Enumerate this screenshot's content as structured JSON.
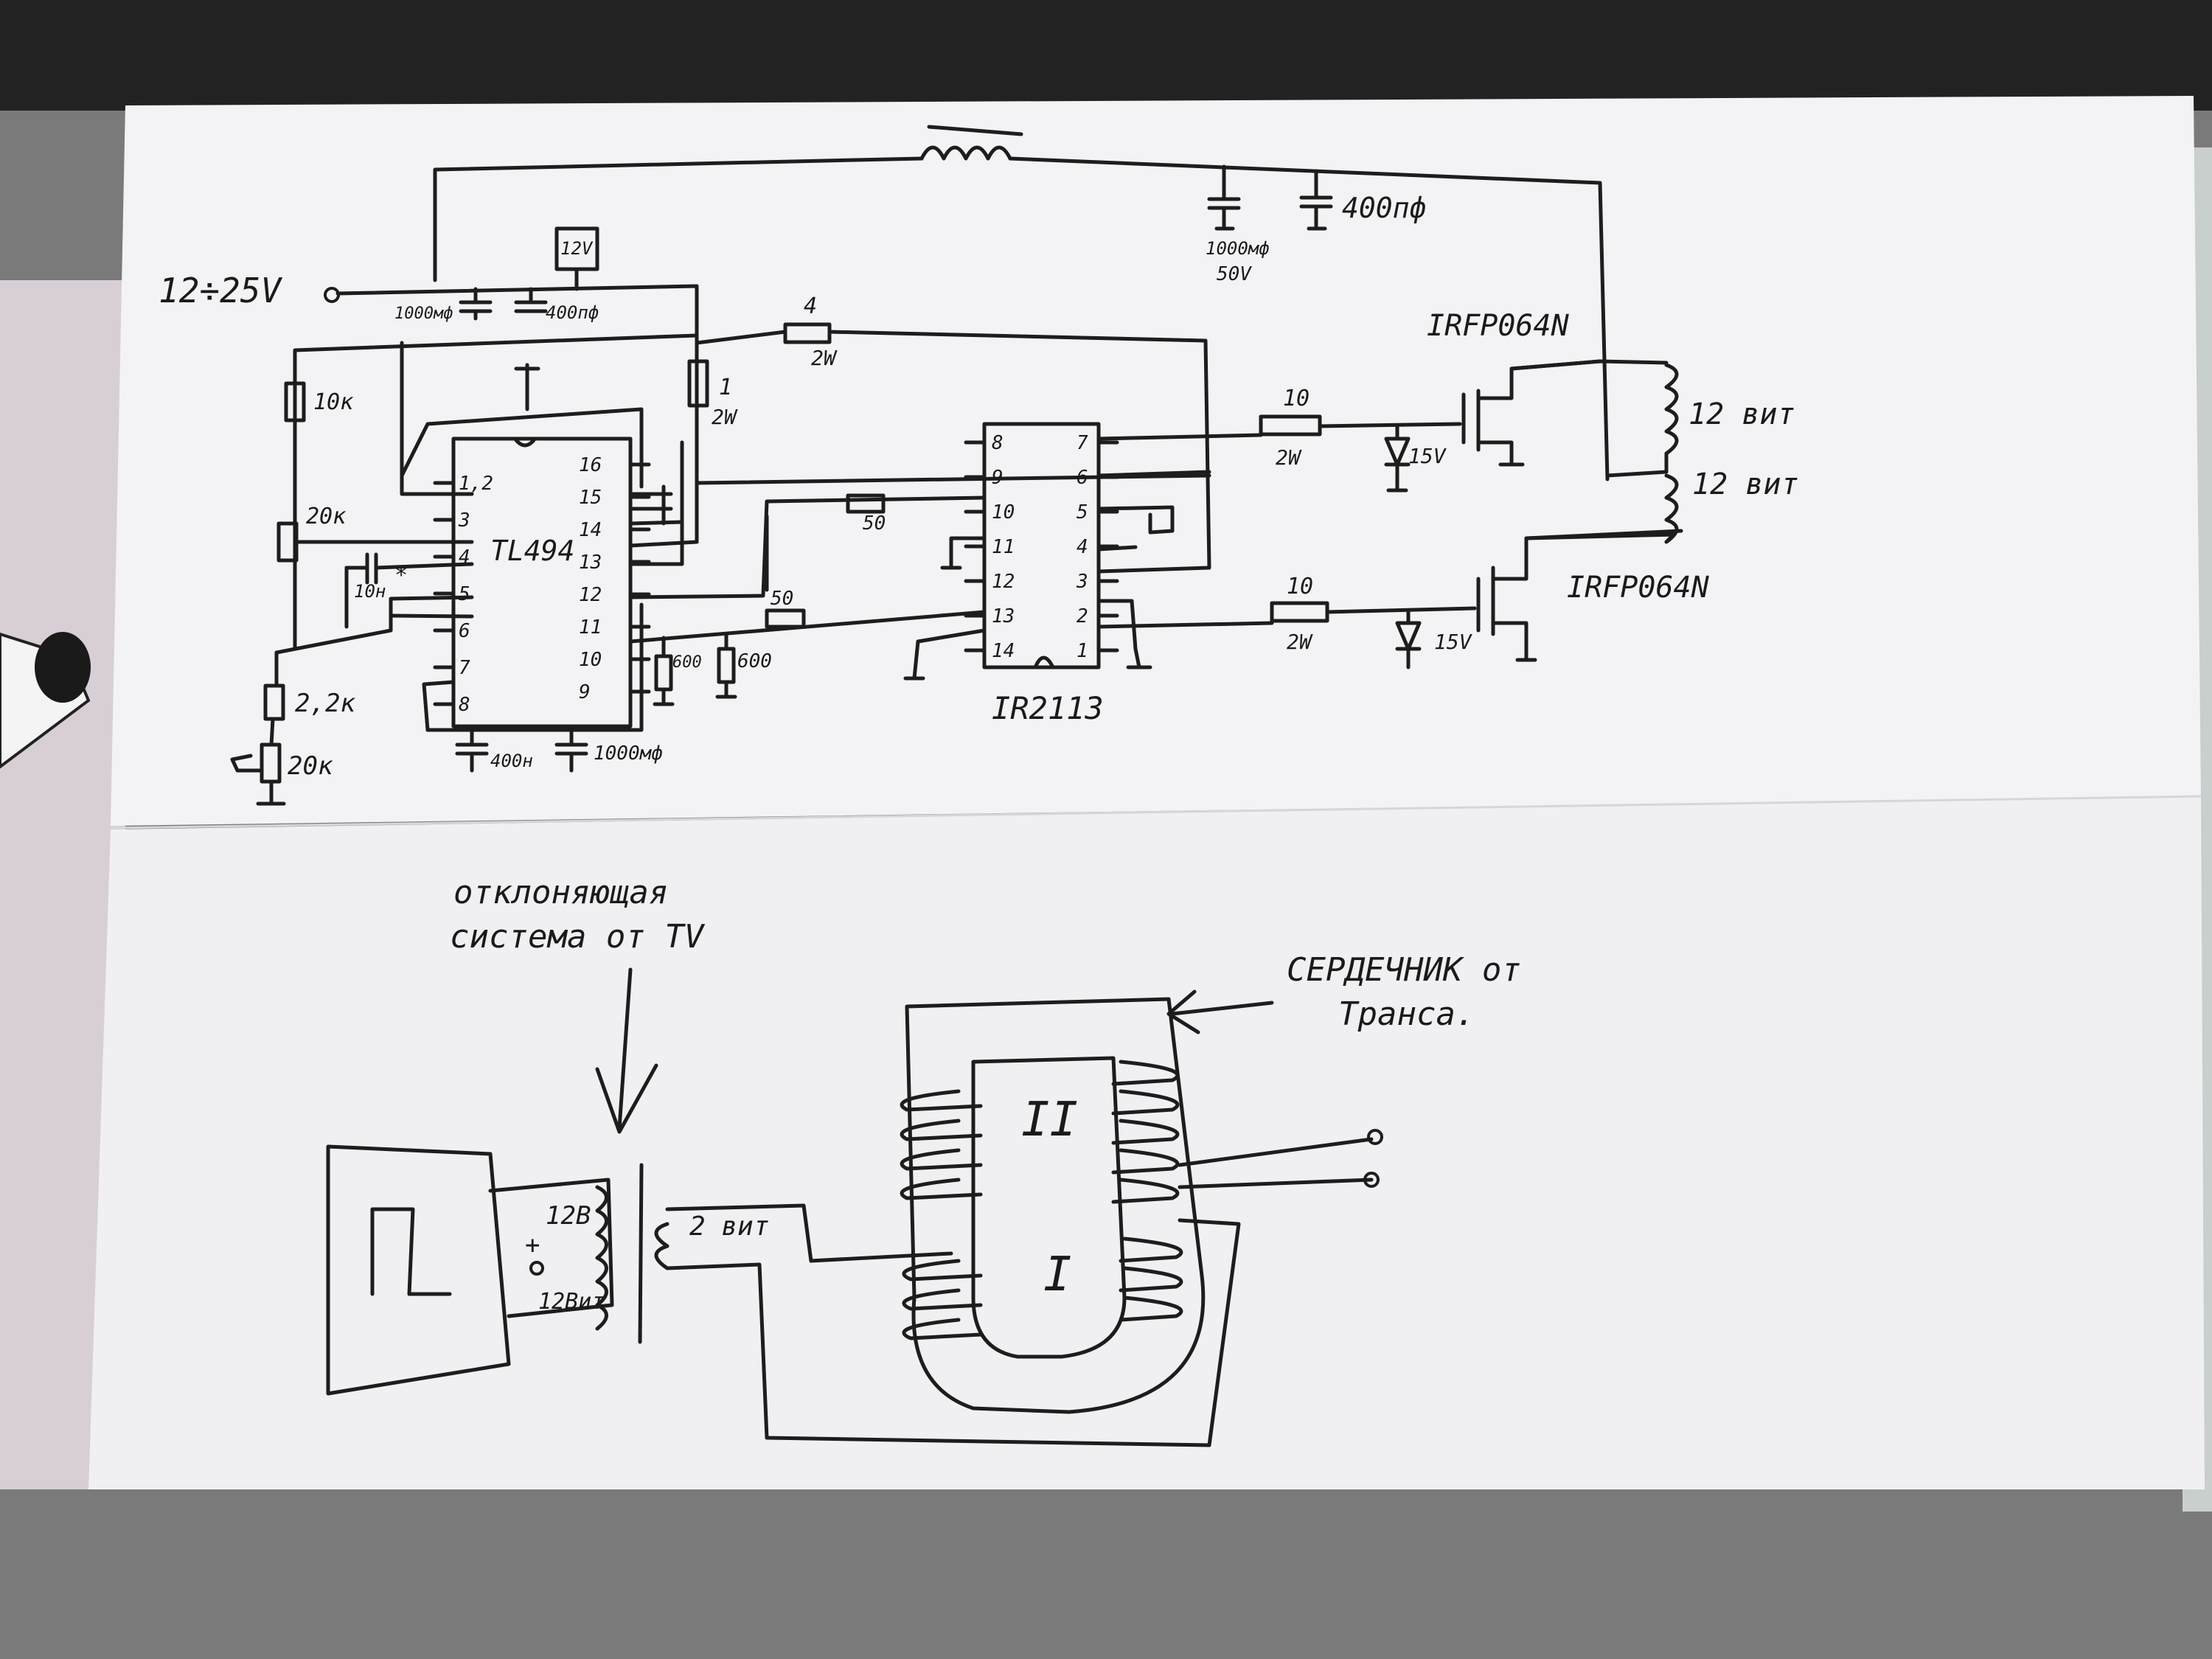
{
  "colors": {
    "paper": "#f2f2f4",
    "ink": "#1d1d1d",
    "table": "#7a7a7a"
  },
  "schematic": {
    "supply": "12÷25V",
    "regulator": "12V",
    "c_in1": "1000мф",
    "c_in2": "400пф",
    "c_out1": "1000мф",
    "c_out1_volt": "50V",
    "c_out2": "400пф",
    "r_gate": "4",
    "r_gate_w": "2W",
    "r_1": "1",
    "r_1_w": "2W",
    "r_10k": "10к",
    "r_20k_a": "20к",
    "r_22k": "2,2к",
    "r_20k_b": "20к",
    "c_timing": "10н",
    "asterisk": "*",
    "r_50a": "50",
    "r_50b": "50",
    "r_600a": "600",
    "r_600b": "600",
    "c_bot1": "400н",
    "c_bot2": "1000мф",
    "tl494": {
      "label": "TL494",
      "pins_left": [
        "1,2",
        "3",
        "4",
        "5",
        "6",
        "7",
        "8"
      ],
      "pins_right": [
        "16",
        "15",
        "14",
        "13",
        "12",
        "11",
        "10",
        "9"
      ]
    },
    "ir2113": {
      "label": "IR2113",
      "pins_left": [
        "8",
        "9",
        "10",
        "11",
        "12",
        "13",
        "14"
      ],
      "pins_right": [
        "7",
        "6",
        "5",
        "4",
        "3",
        "2",
        "1"
      ]
    },
    "mosfet_top": "IRFP064N",
    "mosfet_bot": "IRFP064N",
    "r_g_top": "10",
    "r_g_top_w": "2W",
    "r_g_bot": "10",
    "r_g_bot_w": "2W",
    "zener_top": "15V",
    "zener_bot": "15V",
    "coil_top": "12 вит",
    "coil_bot": "12 вит"
  },
  "transformer": {
    "yoke_label_1": "отклоняющая",
    "yoke_label_2": "система от TV",
    "core_label_1": "СЕРДЕЧНИК от",
    "core_label_2": "Транса.",
    "turns_2": "2 вит",
    "winding_12a": "12В",
    "winding_12b": "12Вит",
    "plus": "+",
    "winding_II": "II",
    "winding_I": "I"
  }
}
